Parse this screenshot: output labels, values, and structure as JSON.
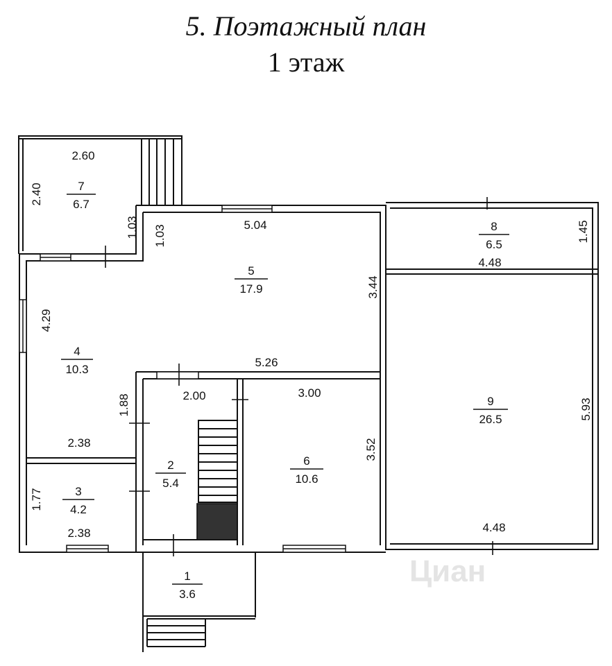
{
  "title": "5. Поэтажный план",
  "subtitle": "1 этаж",
  "watermark": "Циан",
  "rooms": [
    {
      "number": "1",
      "area": "3.6"
    },
    {
      "number": "2",
      "area": "5.4"
    },
    {
      "number": "3",
      "area": "4.2"
    },
    {
      "number": "4",
      "area": "10.3"
    },
    {
      "number": "5",
      "area": "17.9"
    },
    {
      "number": "6",
      "area": "10.6"
    },
    {
      "number": "7",
      "area": "6.7"
    },
    {
      "number": "8",
      "area": "6.5"
    },
    {
      "number": "9",
      "area": "26.5"
    }
  ],
  "dimensions": {
    "r7_top": "2.60",
    "r7_left": "2.40",
    "r7_right": "1.03",
    "r5_left": "1.03",
    "r5_top": "5.04",
    "r5_right": "3.44",
    "r5_bottom": "5.26",
    "r8_bottom": "4.48",
    "r8_right": "1.45",
    "r4_left": "4.29",
    "r4_right": "1.88",
    "r4_bottom": "2.38",
    "r2_top": "2.00",
    "r6_top": "3.00",
    "r6_right": "3.52",
    "r9_right": "5.93",
    "r9_bottom": "4.48",
    "r3_left": "1.77",
    "r3_bottom": "2.38"
  }
}
